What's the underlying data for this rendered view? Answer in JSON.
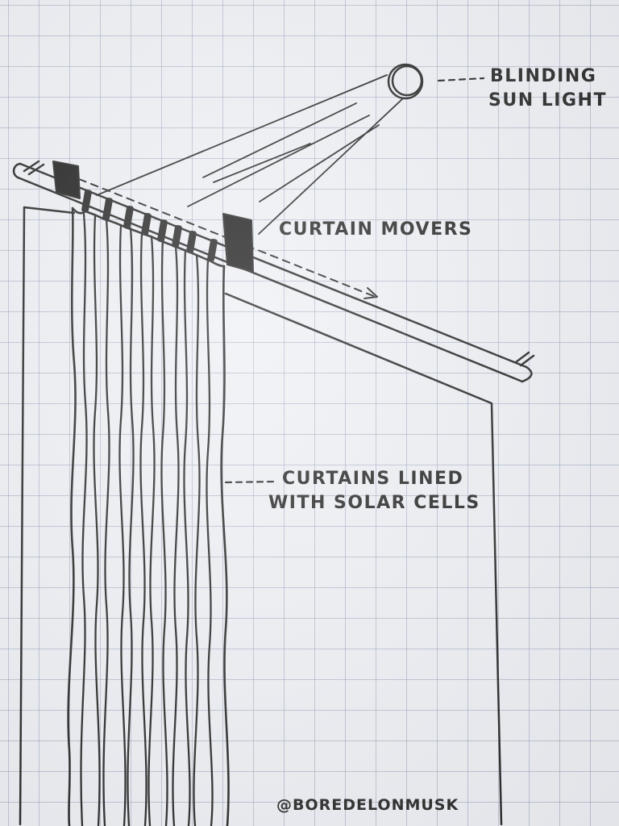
{
  "labels": {
    "sun_line1": "BLINDING",
    "sun_line2": "SUN LIGHT",
    "movers": "CURTAIN MOVERS",
    "curtains_line1": "CURTAINS LINED",
    "curtains_line2": "WITH SOLAR CELLS"
  },
  "credit": "@BOREDELONMUSK",
  "colors": {
    "ink": "#262626",
    "paper": "#eef0f5",
    "grid": "#96a0b9"
  }
}
